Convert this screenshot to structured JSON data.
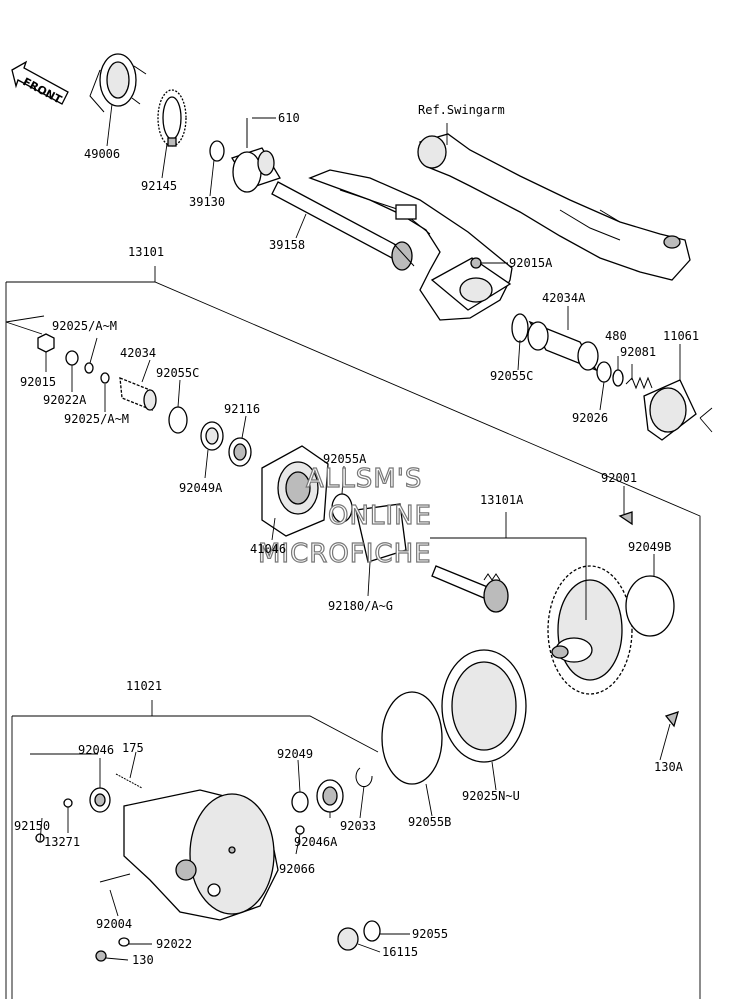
{
  "ref_label": "Ref.Swingarm",
  "front_label": "FRONT",
  "watermark": [
    "ALLSM'S",
    "ONLINE",
    "MICROFICHE"
  ],
  "part_numbers": {
    "p49006": "49006",
    "p92145": "92145",
    "p39130": "39130",
    "p610": "610",
    "p39158": "39158",
    "p92015A": "92015A",
    "p13101": "13101",
    "p92025AM_1": "92025/A~M",
    "p92015": "92015",
    "p92022A": "92022A",
    "p42034": "42034",
    "p92025AM_2": "92025/A~M",
    "p92055C_1": "92055C",
    "p92116": "92116",
    "p92049A": "92049A",
    "p42034A": "42034A",
    "p92055C_2": "92055C",
    "p480": "480",
    "p92081": "92081",
    "p11061": "11061",
    "p92026": "92026",
    "p92055A": "92055A",
    "p41046": "41046",
    "p92180AG": "92180/A~G",
    "p13101A": "13101A",
    "p92001": "92001",
    "p92049B": "92049B",
    "p11021": "11021",
    "p92046": "92046",
    "p175": "175",
    "p92049": "92049",
    "p92150": "92150",
    "p13271": "13271",
    "p92033": "92033",
    "p92046A": "92046A",
    "p92066": "92066",
    "p92055B": "92055B",
    "p92025NU": "92025N~U",
    "p130A": "130A",
    "p92004": "92004",
    "p92022": "92022",
    "p130": "130",
    "p92055": "92055",
    "p16115": "16115"
  },
  "colors": {
    "ink": "#000000",
    "paper": "#ffffff",
    "watermark_outline": "#777777"
  }
}
